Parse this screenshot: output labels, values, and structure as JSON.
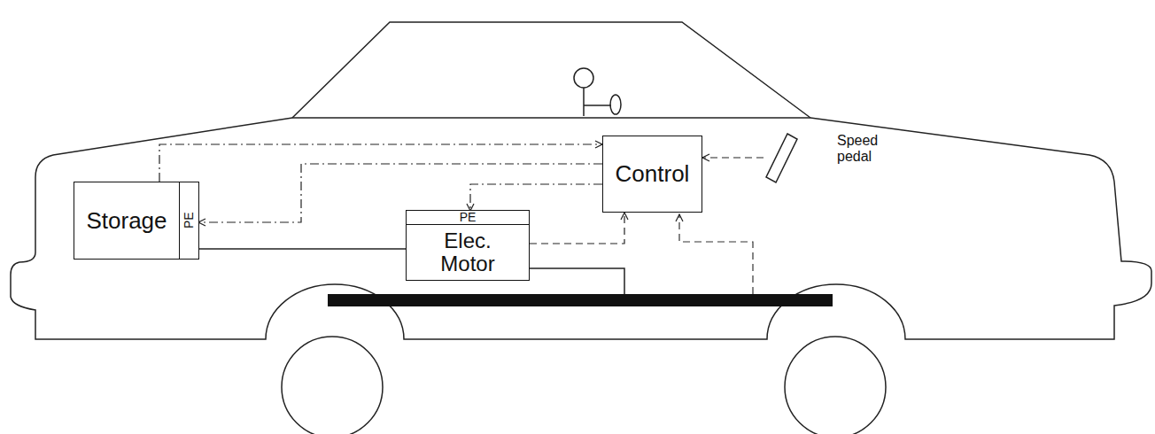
{
  "diagram": {
    "nodes": [
      {
        "text": [
          "Storage"
        ]
      },
      {
        "text": [
          "PE"
        ],
        "in": 0
      },
      {
        "text": [
          "Elec. Motor"
        ]
      },
      {
        "text": [
          "PE"
        ],
        "in": 2
      },
      {
        "text": [
          "Control"
        ]
      },
      {
        "text": [
          "Speed pedal"
        ]
      }
    ],
    "edges": [
      {
        "from": 0,
        "to": 4,
        "arrow": "to"
      },
      {
        "from": 4,
        "to": 1,
        "arrow": "to"
      },
      {
        "from": 4,
        "to": 3,
        "arrow": "to"
      },
      {
        "from": 2,
        "to": 4,
        "arrow": "to"
      },
      {
        "from": 5,
        "to": 4,
        "arrow": "to"
      },
      {
        "from": 1,
        "to": 2,
        "arrow": "none"
      }
    ]
  }
}
